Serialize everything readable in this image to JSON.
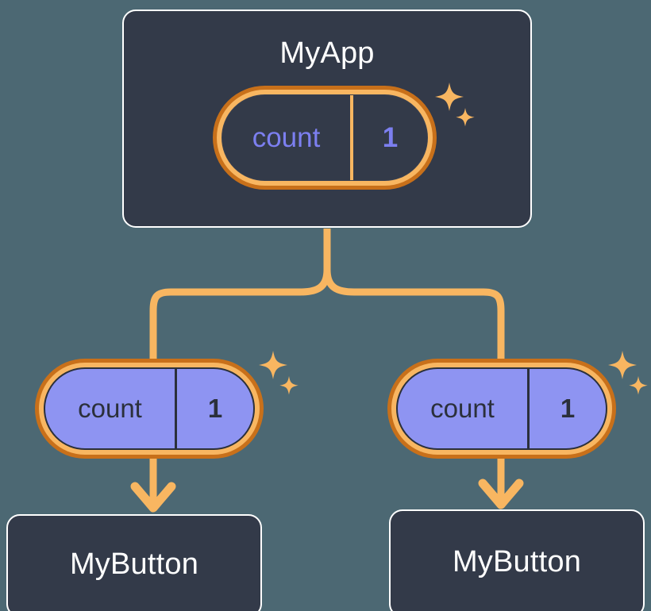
{
  "diagram": {
    "type": "component-state-tree",
    "background_color": "#4C6873",
    "accent_orange": "#F8B661",
    "accent_orange_dark": "#C8701A",
    "state_purple": "#8E94F2",
    "box_dark": "#333A49",
    "box_border": "#FFFFFF",
    "text_dark": "#2B303B",
    "text_purple": "#7C7FF0"
  },
  "root": {
    "title": "MyApp",
    "state": {
      "key": "count",
      "value": "1"
    }
  },
  "children": [
    {
      "state": {
        "key": "count",
        "value": "1"
      },
      "component": {
        "title": "MyButton"
      }
    },
    {
      "state": {
        "key": "count",
        "value": "1"
      },
      "component": {
        "title": "MyButton"
      }
    }
  ],
  "icons": {
    "sparkle_large": "sparkle-four-point-large",
    "sparkle_small": "sparkle-four-point-small",
    "arrow": "arrow-down"
  }
}
